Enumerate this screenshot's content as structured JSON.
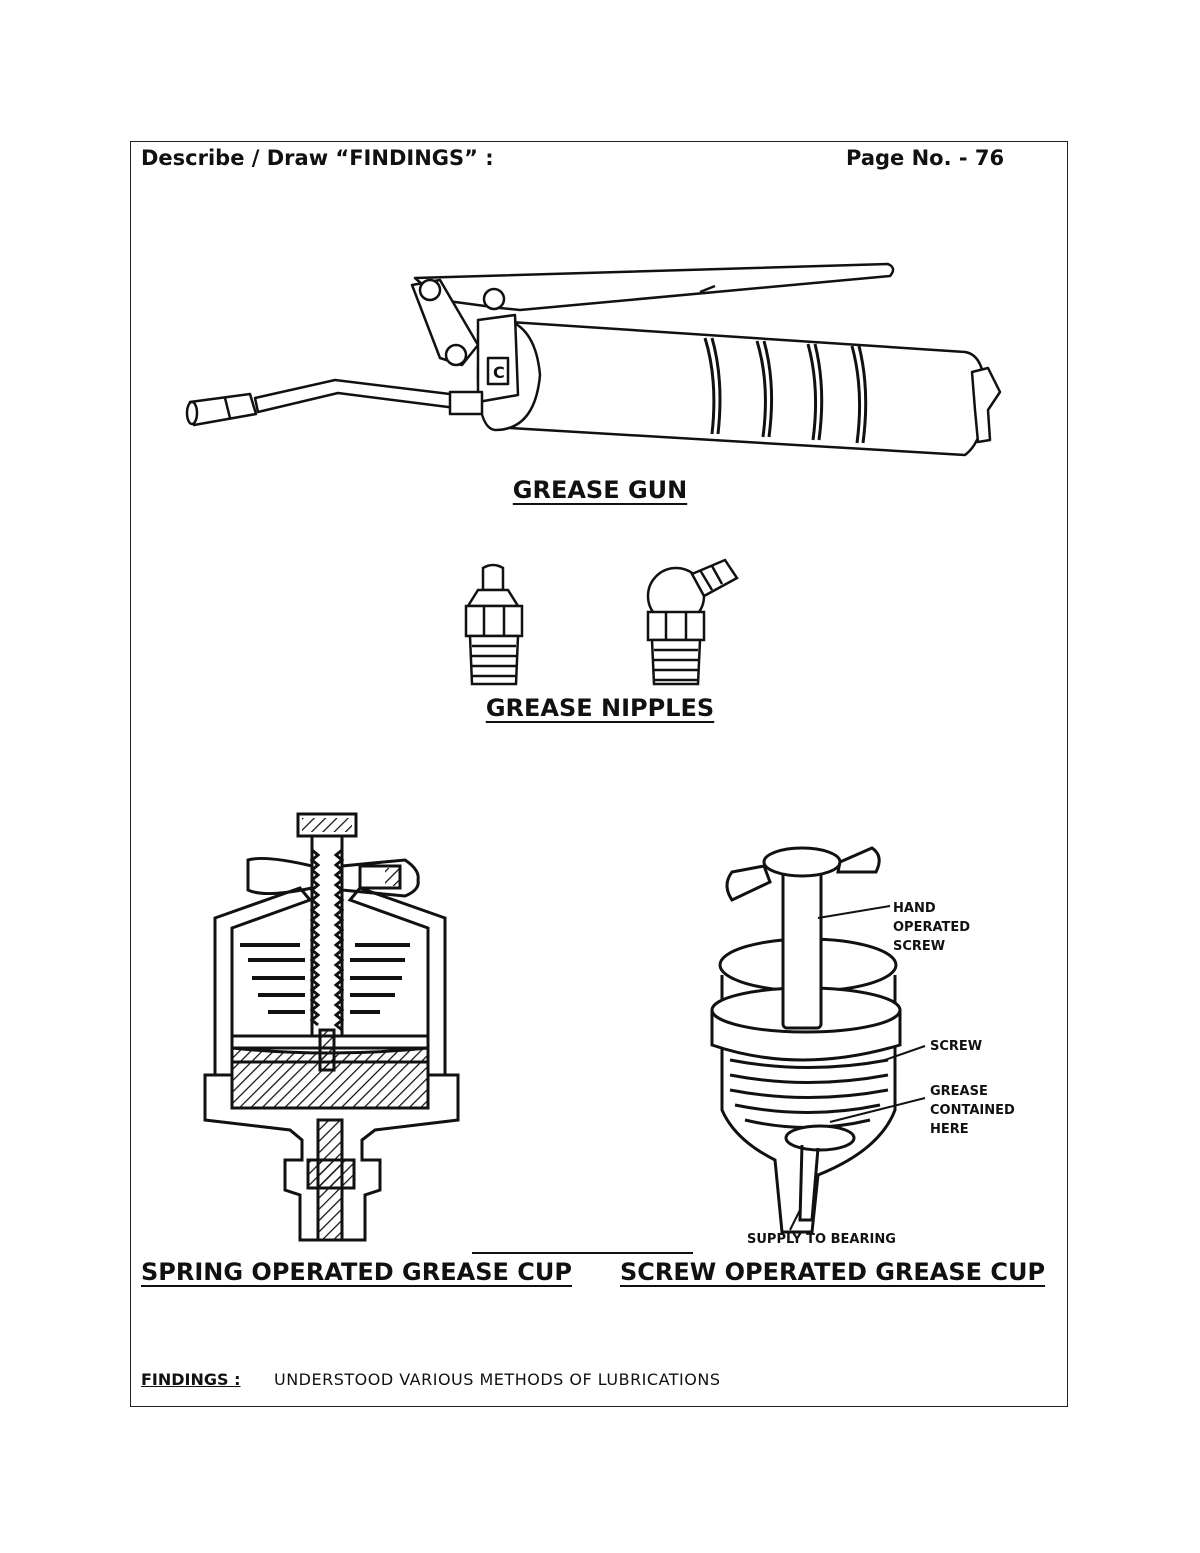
{
  "header": {
    "left": "Describe / Draw “FINDINGS”  :",
    "right": "Page No.  - 76"
  },
  "figures": {
    "grease_gun": "GREASE GUN",
    "grease_nipples": "GREASE NIPPLES",
    "spring_cup": "SPRING OPERATED GREASE CUP",
    "screw_cup": "SCREW OPERATED GREASE CUP"
  },
  "screw_cup_labels": {
    "hand_line1": "HAND",
    "hand_line2": "OPERATED",
    "hand_line3": "SCREW",
    "screw": "SCREW",
    "grease_line1": "GREASE",
    "grease_line2": "CONTAINED",
    "grease_line3": "HERE",
    "supply": "SUPPLY TO BEARING"
  },
  "findings": {
    "label": "FINDINGS :",
    "text": "UNDERSTOOD VARIOUS METHODS OF LUBRICATIONS"
  }
}
